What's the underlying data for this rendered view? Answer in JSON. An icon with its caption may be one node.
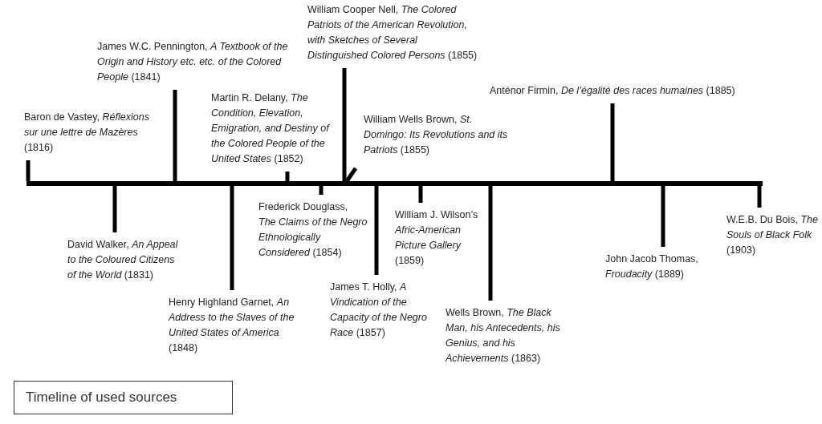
{
  "diagram": {
    "nodes": [
      {
        "text": [],
        "shape": "bar"
      },
      {
        "text": [
          "Baron de Vastey, *Réflexions sur une lettre de Mazères* (1816)"
        ]
      },
      {
        "text": [
          "James W.C. Pennington, *A Textbook of the Origin and History etc. etc. of the Colored People* (1841)"
        ]
      },
      {
        "text": [
          "Martin R. Delany, *The Condition, Elevation, Emigration, and Destiny of the Colored People of the United States* (1852)"
        ]
      },
      {
        "text": [
          "William Cooper Nell, *The Colored Patriots of the American Revolution, with Sketches of Several Distinguished Colored Persons* (1855)"
        ]
      },
      {
        "text": [
          "William Wells Brown, *St. Domingo: Its Revolutions and its Patriots* (1855)"
        ]
      },
      {
        "text": [
          "Anténor Firmin, *De l’égalité des races humaines* (1885)"
        ]
      },
      {
        "text": [
          "David Walker, *An Appeal to the Coloured Citizens of the World* (1831)"
        ]
      },
      {
        "text": [
          "Henry Highland Garnet, *An Address to the Slaves of the United States of America* (1848)"
        ]
      },
      {
        "text": [
          "Frederick Douglass, *The Claims of the Negro Ethnologically Considered* (1854)"
        ]
      },
      {
        "text": [
          "James T. Holly, *A Vindication of the Capacity of the Negro Race* (1857)"
        ]
      },
      {
        "text": [
          "William J. Wilson’s *Afric-American Picture Gallery* (1859)"
        ]
      },
      {
        "text": [
          "Wells Brown, *The Black Man, his Antecedents, his Genius, and his Achievements* (1863)"
        ]
      },
      {
        "text": [
          "John Jacob Thomas, *Froudacity* (1889)"
        ]
      },
      {
        "text": [
          "W.E.B. Du Bois, *The Souls of Black Folk* (1903)"
        ]
      },
      {
        "text": [
          "Timeline of used sources"
        ]
      }
    ],
    "edges": [
      {
        "from": 1,
        "to": 0,
        "arrow": "none"
      },
      {
        "from": 2,
        "to": 0,
        "arrow": "none"
      },
      {
        "from": 3,
        "to": 0,
        "arrow": "none"
      },
      {
        "from": 4,
        "to": 0,
        "arrow": "none"
      },
      {
        "from": 5,
        "to": 0,
        "arrow": "none"
      },
      {
        "from": 6,
        "to": 0,
        "arrow": "none"
      },
      {
        "from": 7,
        "to": 0,
        "arrow": "none"
      },
      {
        "from": 8,
        "to": 0,
        "arrow": "none"
      },
      {
        "from": 9,
        "to": 0,
        "arrow": "none"
      },
      {
        "from": 10,
        "to": 0,
        "arrow": "none"
      },
      {
        "from": 11,
        "to": 0,
        "arrow": "none"
      },
      {
        "from": 12,
        "to": 0,
        "arrow": "none"
      },
      {
        "from": 13,
        "to": 0,
        "arrow": "none"
      },
      {
        "from": 14,
        "to": 0,
        "arrow": "none"
      }
    ]
  }
}
